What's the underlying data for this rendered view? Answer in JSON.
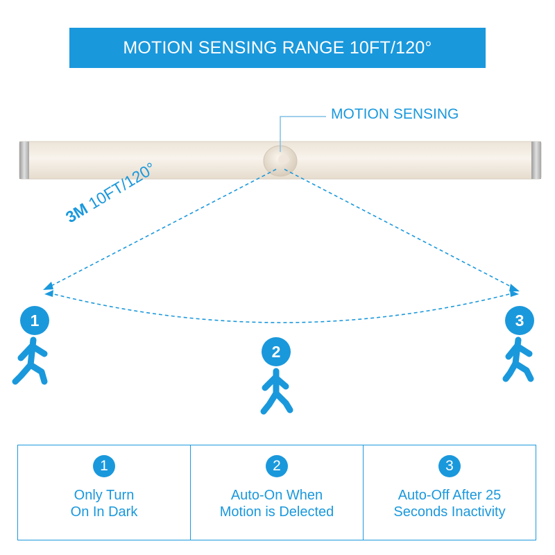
{
  "banner": {
    "title": "MOTION SENSING RANGE 10FT/120°"
  },
  "sensor": {
    "label": "MOTION SENSING"
  },
  "range": {
    "label_bold": "3M",
    "label_rest": " 10FT/120°"
  },
  "figures": [
    {
      "number": "1"
    },
    {
      "number": "2"
    },
    {
      "number": "3"
    }
  ],
  "features": [
    {
      "number": "1",
      "line1": "Only Turn",
      "line2": "On In Dark"
    },
    {
      "number": "2",
      "line1": "Auto-On When",
      "line2": "Motion is Delected"
    },
    {
      "number": "3",
      "line1": "Auto-Off After 25",
      "line2": "Seconds Inactivity"
    }
  ],
  "colors": {
    "accent": "#1a98dc",
    "bar_light": "#f3ece3",
    "bar_end": "#b9b9b9"
  }
}
